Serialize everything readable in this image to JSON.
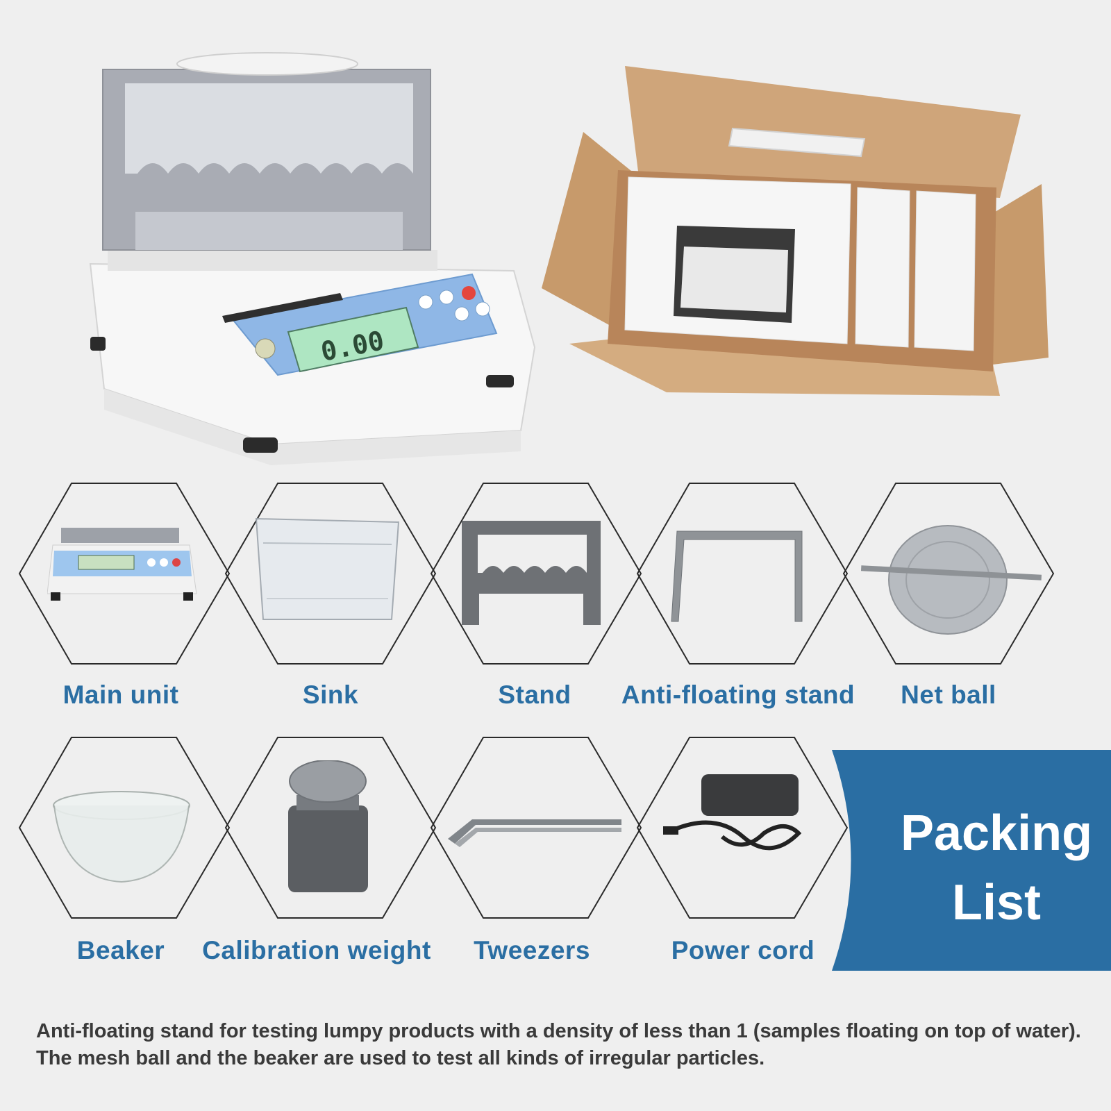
{
  "items_row1": [
    {
      "label": "Main unit"
    },
    {
      "label": "Sink"
    },
    {
      "label": "Stand"
    },
    {
      "label": "Anti-floating stand"
    },
    {
      "label": "Net ball"
    }
  ],
  "items_row2": [
    {
      "label": "Beaker"
    },
    {
      "label": "Calibration weight"
    },
    {
      "label": "Tweezers"
    },
    {
      "label": "Power cord"
    }
  ],
  "banner": {
    "line1": "Packing",
    "line2": "List"
  },
  "device": {
    "display_value": "0.00"
  },
  "note": "Anti-floating stand for testing lumpy products with a density of less than 1 (samples floating on top of water). The mesh ball and the beaker are used to test all kinds of irregular particles.",
  "colors": {
    "accent": "#2a6ea3",
    "banner": "#2a6ea3",
    "background": "#efefef"
  }
}
